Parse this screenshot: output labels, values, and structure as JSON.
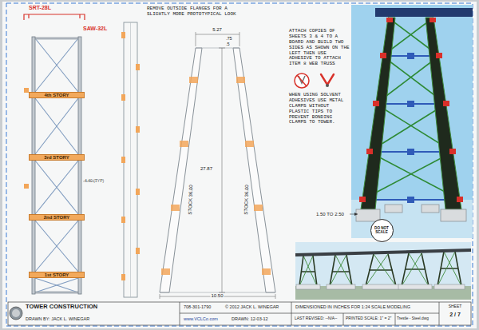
{
  "diagram": {
    "title": "TOWER CONSTRUCTION",
    "nodes": [
      {
        "text": [
          "4th STORY"
        ]
      },
      {
        "text": [
          "3rd STORY"
        ]
      },
      {
        "text": [
          "2nd STORY"
        ]
      },
      {
        "text": [
          "1st STORY"
        ]
      },
      {
        "text": [
          "DO NOT SCALE"
        ]
      }
    ],
    "labels": [
      "SRT-28L",
      "SAW-32L",
      "REMOVE OUTSIDE FLANGES FOR A SLIGHTLY MORE PROTOTYPICAL LOOK",
      "4.40 (TYP)",
      "5.27",
      ".75",
      ".5",
      "STOCK 36.00",
      "STOCK 36.00",
      "27.87",
      "10.50",
      "ATTACH COPIES OF SHEETS 3 & 4 TO A BOARD AND BUILD TWO SIDES AS SHOWN ON THE LEFT THEN USE ADHESIVE TO ATTACH ITEM 8 WEB TRUSS",
      "WHEN USING SOLVENT ADHESIVES USE METAL CLAMPS WITHOUT PLASTIC TIPS TO PREVENT BONDING CLAMPS TO TOWER.",
      "1.50 TO 2.50",
      "DRAWN BY: JACK L. WINEGAR",
      "708-301-1790",
      "© 2012 JACK L. WINEGAR",
      "www.VCLCo.com",
      "DRAWN: 12-03-12",
      "DIMENSIONED IN INCHES FOR 1:24 SCALE MODELING",
      "LAST REVISED: --N/A--",
      "PRINTED SCALE: 1\" = 2\"",
      "Trestle - Steel.dwg",
      "SHEET",
      "2 / 7"
    ]
  }
}
